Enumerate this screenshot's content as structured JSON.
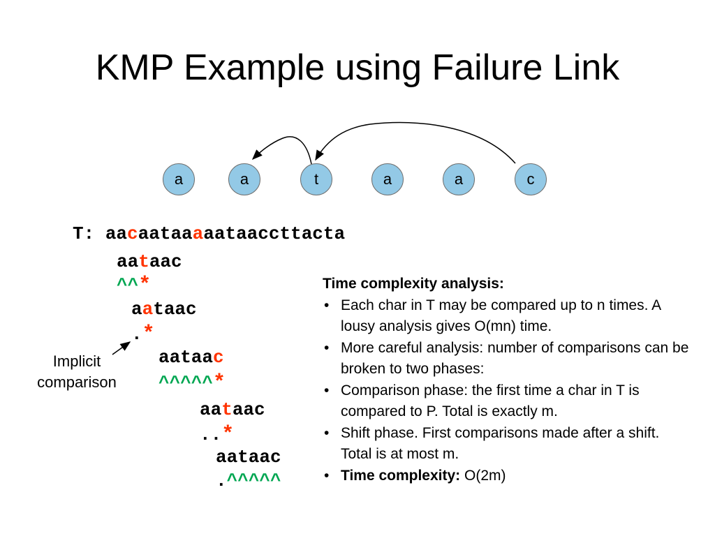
{
  "slide": {
    "title": "KMP Example using Failure Link"
  },
  "pattern_nodes": [
    "a",
    "a",
    "t",
    "a",
    "a",
    "c"
  ],
  "text_line": {
    "label": "T: ",
    "before": "aa",
    "mark1": "c",
    "middle": "aataa",
    "mark2": "a",
    "after": "aataaccttacta"
  },
  "alignments": [
    {
      "pre": "aa",
      "mismatch": "t",
      "post": "aac",
      "comp_matches": "^^",
      "comp_fail": "*"
    },
    {
      "pre": "a",
      "mismatch": "a",
      "post": "taac",
      "comp_implicit": ".",
      "comp_fail": "*"
    },
    {
      "pre": "aataa",
      "mismatch": "c",
      "post": "",
      "comp_matches": "^^^^^",
      "comp_fail": "*"
    },
    {
      "pre": "aa",
      "mismatch": "t",
      "post": "aac",
      "comp_implicit": "..",
      "comp_fail": "*"
    },
    {
      "pre": "aataac",
      "comp_implicit": ".",
      "comp_matches": "^^^^^"
    }
  ],
  "implicit_caption": {
    "line1": "Implicit",
    "line2": "comparison"
  },
  "analysis": {
    "heading": "Time complexity analysis:",
    "bullet_char": "•",
    "bullets": [
      "Each char in T may be compared up to n times. A lousy analysis gives O(mn) time.",
      "More careful analysis: number of comparisons can be broken to two phases:",
      "Comparison phase: the first time a char in T is compared to P. Total is exactly m.",
      "Shift phase. First comparisons made after a shift. Total is at most m."
    ],
    "final_label": "Time complexity:",
    "final_value": " O(2m)"
  }
}
